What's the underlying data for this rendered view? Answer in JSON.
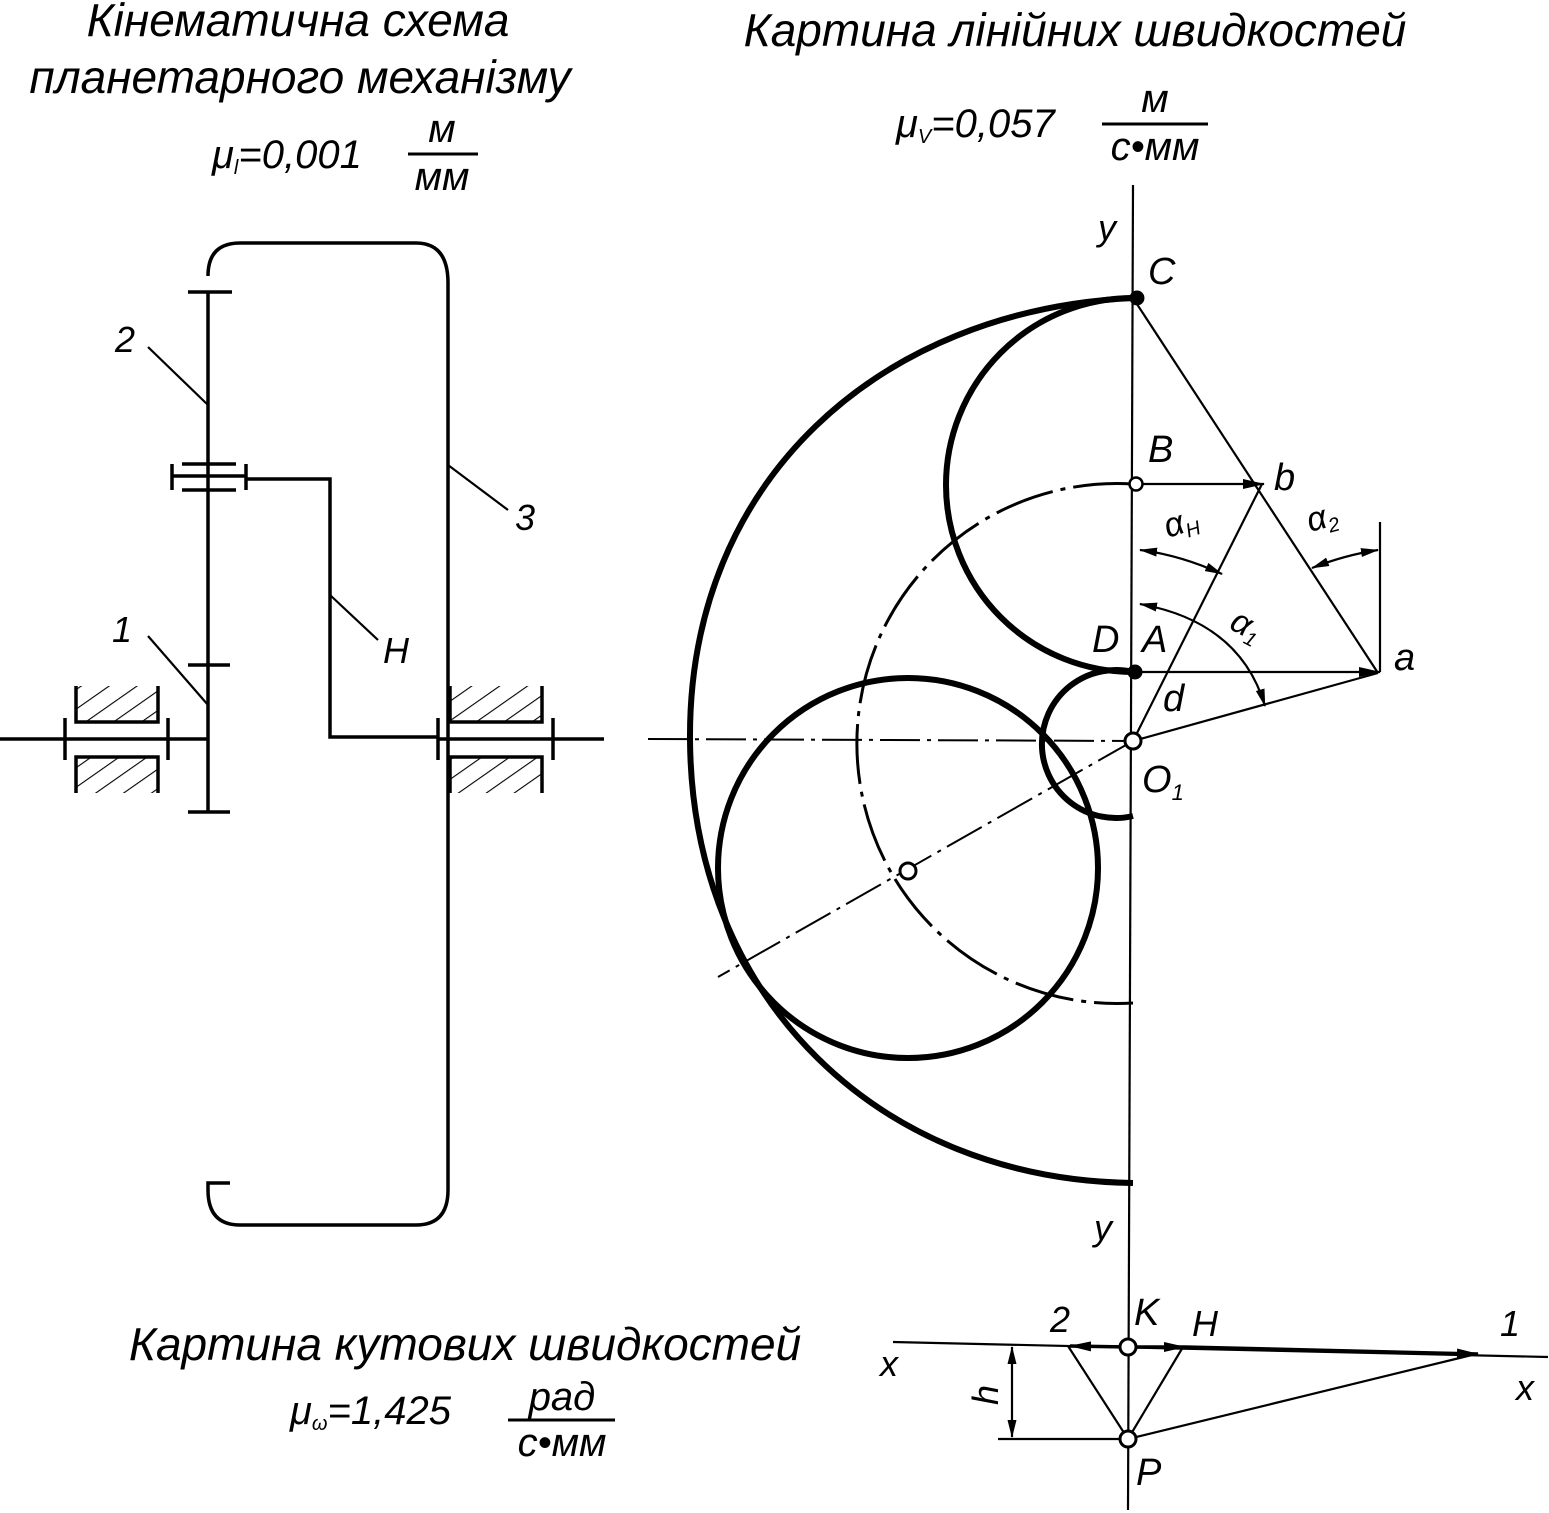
{
  "titles": {
    "kinematic_line1": "Кінематична схема",
    "kinematic_line2": "планетарного механізму",
    "velocity": "Картина лінійних швидкостей",
    "angular": "Картина кутових швидкостей"
  },
  "scales": {
    "length": {
      "symbol": "μ",
      "sub": "l",
      "value": "=0,001",
      "num": "м",
      "den": "мм"
    },
    "velocity": {
      "symbol": "μ",
      "sub": "V",
      "value": "=0,057",
      "num": "м",
      "den": "с•мм"
    },
    "angular": {
      "symbol": "μ",
      "sub": "ω",
      "value": "=1,425",
      "num": "рад",
      "den": "с•мм"
    }
  },
  "kinematic_labels": {
    "link1": "1",
    "link2": "2",
    "link3": "3",
    "carrier": "H"
  },
  "velocity_labels": {
    "y_top": "y",
    "y_bottom": "y",
    "C": "C",
    "B": "B",
    "b": "b",
    "D": "D",
    "A": "A",
    "a": "a",
    "d": "d",
    "O1": "O",
    "O1_sub": "1",
    "alpha": "α",
    "alpha_H_sub": "H",
    "alpha_1_sub": "1",
    "alpha_2_sub": "2"
  },
  "angular_labels": {
    "x_left": "x",
    "x_right": "x",
    "K": "K",
    "P": "P",
    "h": "h",
    "ray2": "2",
    "rayH": "H",
    "ray1": "1"
  }
}
